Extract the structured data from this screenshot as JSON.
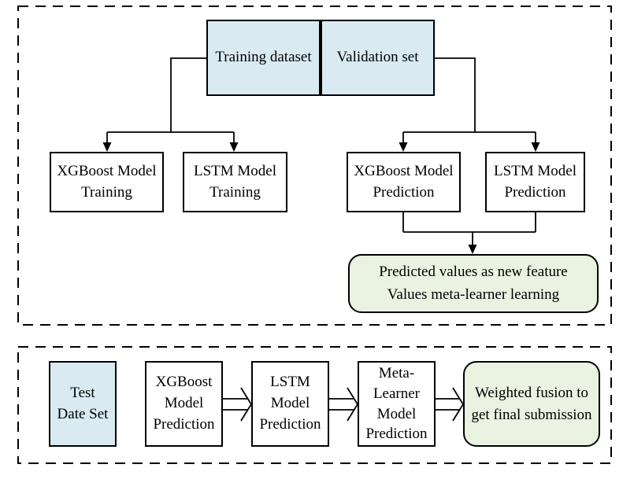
{
  "colors": {
    "box_blue": "#d9eaf3",
    "box_green": "#eaf2e1",
    "line": "#000000",
    "background": "#ffffff"
  },
  "top_section": {
    "dataset_boxes": [
      {
        "label": "Training dataset"
      },
      {
        "label": "Validation set"
      }
    ],
    "training_boxes": [
      {
        "label": "XGBoost Model\nTraining"
      },
      {
        "label": "LSTM Model\nTraining"
      }
    ],
    "prediction_boxes": [
      {
        "label": "XGBoost Model\nPrediction"
      },
      {
        "label": "LSTM Model\nPrediction"
      }
    ],
    "meta_box": {
      "label": "Predicted values as new feature\nValues meta-learner learning"
    }
  },
  "bottom_section": {
    "test_box": {
      "label": "Test\nDate Set"
    },
    "flow_boxes": [
      {
        "label": "XGBoost\nModel\nPrediction"
      },
      {
        "label": "LSTM\nModel\nPrediction"
      },
      {
        "label": "Meta-\nLearner\nModel\nPrediction"
      }
    ],
    "result_box": {
      "label": "Weighted fusion to\nget final submission"
    }
  }
}
